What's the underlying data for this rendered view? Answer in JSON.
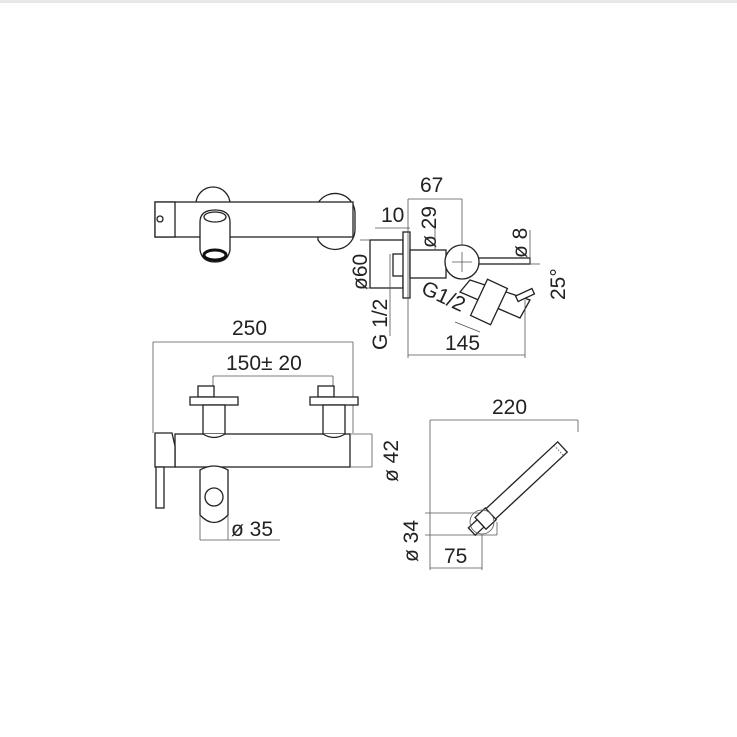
{
  "side_view": {
    "dim_67": "67",
    "dim_10": "10",
    "dim_d29": "ø 29",
    "dim_d60": "ø60",
    "dim_d8": "ø 8",
    "dim_25deg": "25°",
    "dim_g12_wall": "G 1/2",
    "dim_g12_outlet": "G1/2",
    "dim_145": "145"
  },
  "front_view": {
    "dim_250": "250",
    "dim_150": "150± 20",
    "dim_d42": "ø 42",
    "dim_d35": "ø 35"
  },
  "handshower_view": {
    "dim_220": "220",
    "dim_d34": "ø 34",
    "dim_75": "75"
  }
}
